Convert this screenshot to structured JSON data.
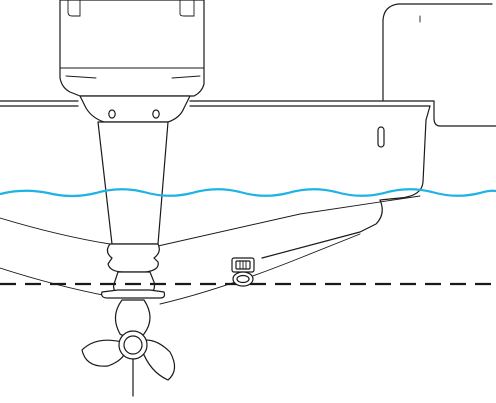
{
  "colors": {
    "water_line": "#1fb3e3",
    "reference_line": "#1a1a1a",
    "outline": "#1a1a1a",
    "background": "#ffffff"
  },
  "diagram": {
    "parts": [
      "outboard-motor",
      "boat-hull",
      "waterline",
      "transducer",
      "hull-bottom-reference-line",
      "propeller",
      "skeg"
    ]
  }
}
